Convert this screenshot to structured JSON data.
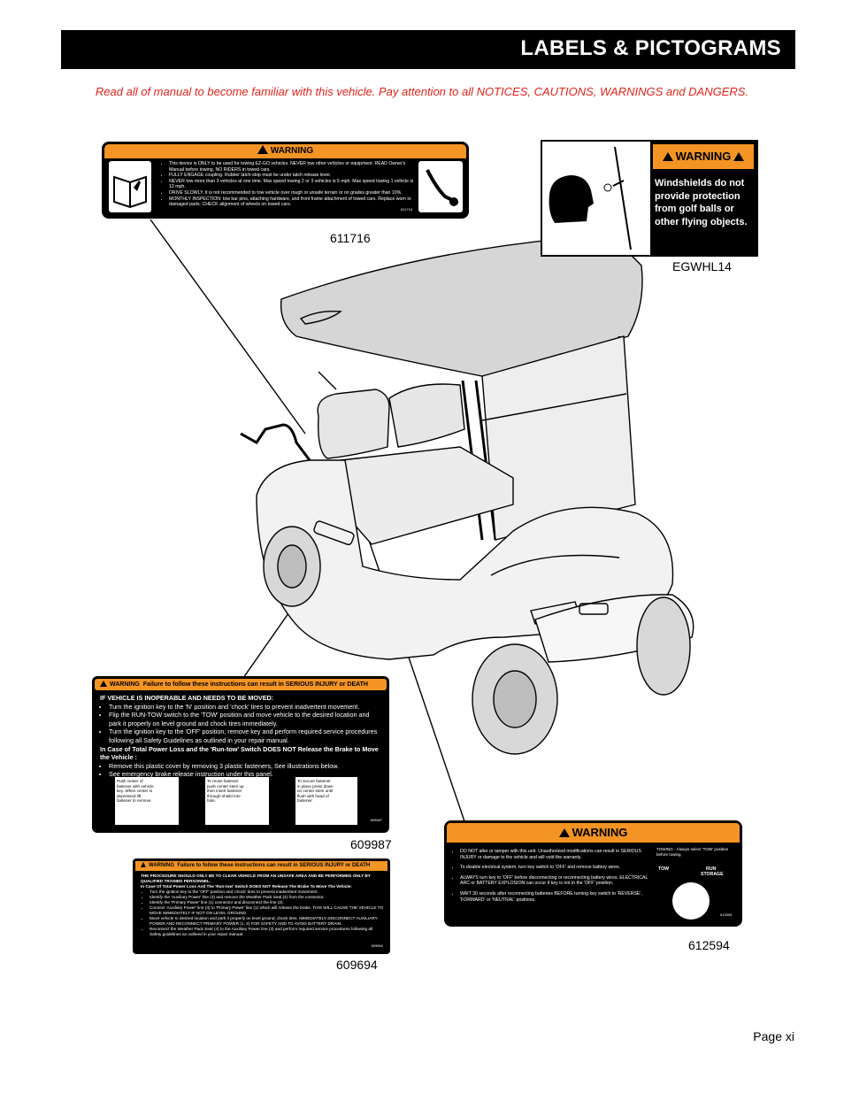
{
  "header": {
    "title": "LABELS & PICTOGRAMS"
  },
  "intro": "Read all of manual to become familiar with this vehicle. Pay attention to all NOTICES, CAUTIONS, WARNINGS and DANGERS.",
  "labels": {
    "l611716": {
      "code": "611716",
      "warning": "WARNING",
      "lines": [
        "This device is ONLY to be used for towing EZ-GO vehicles. NEVER tow other vehicles or equipment. READ Owner's Manual before towing. NO RIDERS in towed cars.",
        "FULLY ENGAGE coupling. Rubber latch-stop must be under latch release lever.",
        "NEVER tow more than 3 vehicles at one time. Max speed towing 2 or 3 vehicles is 5 mph. Max speed towing 1 vehicle is 12 mph.",
        "DRIVE SLOWLY. It is not recommended to tow vehicle over rough or unsafe terrain or on grades greater than 10%.",
        "MONTHLY INSPECTION: tow bar pins, attaching hardware, and front frame attachment of towed cars. Replace worn or damaged parts. CHECK alignment of wheels on towed cars."
      ],
      "partno": "611716"
    },
    "egwhl14": {
      "code": "EGWHL14",
      "warning": "WARNING",
      "text": "Windshields do not provide protection from golf balls or other flying objects."
    },
    "l609987": {
      "code": "609987",
      "warning": "WARNING",
      "header_text": "Failure to follow these instructions can result in SERIOUS INJURY or DEATH",
      "h1": "IF VEHICLE IS INOPERABLE AND NEEDS TO BE MOVED:",
      "list1": [
        "Turn the ignition key to the 'N' position and 'chock' tires to prevent inadvertent movement.",
        "Flip the RUN-TOW switch to the 'TOW' position and move vehicle to the desired location and park it properly on level ground and chock tires immediately.",
        "Turn the ignition key to the 'OFF' position, remove key and perform required service procedures following all Safety Guidelines as outlined in your repair manual."
      ],
      "h2": "In Case of Total Power Loss and the 'Run-tow' Switch DOES NOT Release the Brake to Move the Vehicle :",
      "list2": [
        "Remove this plastic cover by removing 3 plastic fasteners, See illustrations below.",
        "See emergency brake release instruction under this panel."
      ],
      "box1": "Push center of fastener with vehicle key. When center is depressed lift fastener to remove.",
      "box2": "To reuse fastener push center stem up then insert fastener through shield into hole.",
      "box3": "To secure fastener in place press down on center stem until flush with head of fastener.",
      "partno": "609987"
    },
    "l609694": {
      "code": "609694",
      "warning": "WARNING",
      "header_text": "Failure to follow these instructions can result in SERIOUS INJURY or DEATH",
      "lines": [
        "THE PROCEDURE SHOULD ONLY BE TO CLEAR VEHICLE FROM AN UNSAFE AREA AND BE PERFORMED ONLY BY QUALIFIED TRAINED PERSONNEL.",
        "In Case Of Total Power Loss And The 'Run-tow' Switch DOES NOT Release The Brake To Move The Vehicle:",
        "Turn the ignition key to the 'OFF' position and 'chock' tires to prevent inadvertent movement.",
        "Identify the 'Auxiliary Power' line (3) and remove the Weather Pack Seal (4) from the connector.",
        "Identify the 'Primary Power' line (1) connector and disconnect the line (2).",
        "Connect 'Auxiliary Power' line (3) to 'Primary Power' line (1) which will release the brake. THIS WILL CAUSE THE VEHICLE TO MOVE IMMEDIATELY IF NOT ON LEVEL GROUND.",
        "Move vehicle to desired location and park it properly on level ground, chock tires. IMMEDIATELY DISCONNECT AUXILIARY POWER AND RECONNECT PRIMARY POWER (1, 2) FOR SAFETY AND TO AVOID BATTERY DRAIN.",
        "Reconnect the Weather Pack Seal (4) to the Auxiliary Power line (3) and perform required service procedures following all Safety guidelines as outlined in your repair manual."
      ],
      "partno": "609694"
    },
    "l612594": {
      "code": "612594",
      "warning": "WARNING",
      "lines": [
        "DO NOT alter or tamper with this unit. Unauthorized modifications can result in SERIOUS INJURY or damage to the vehicle and will void the warranty.",
        "To disable electrical system, turn key switch to 'OFF' and remove battery wires.",
        "ALWAYS turn key to 'OFF' before disconnecting or reconnecting battery wires. ELECTRICAL ARC or BATTERY EXPLOSION can occur if key is not in the 'OFF' position.",
        "WAIT 30 seconds after reconnecting batteries BEFORE turning key switch to 'REVERSE', 'FORWARD' or 'NEUTRAL' positions."
      ],
      "side_title": "TOWING - Always select 'TOW' position before towing",
      "tow": "TOW",
      "run": "RUN",
      "storage": "STORAGE",
      "partno": "612594"
    }
  },
  "footer": {
    "page": "Page xi"
  }
}
